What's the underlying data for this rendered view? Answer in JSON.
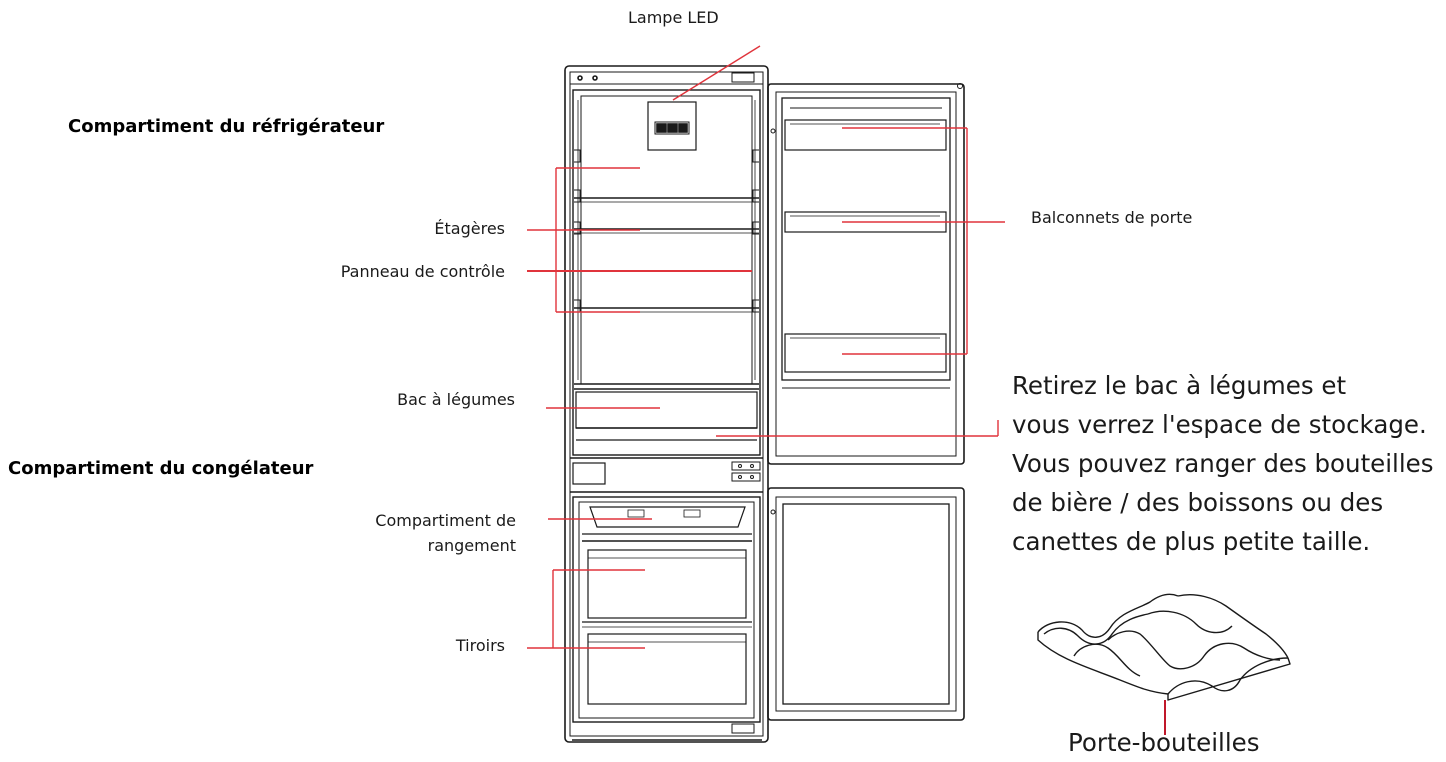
{
  "labels": {
    "lamp": "Lampe  LED",
    "fridge_compartment": "Compartiment du réfrigérateur",
    "shelves": "Étagères",
    "control_panel": "Panneau de contrôle",
    "vegetable_drawer": "Bac à légumes",
    "freezer_compartment": "Compartiment du congélateur",
    "storage_compartment_line1": "Compartiment de",
    "storage_compartment_line2": "rangement",
    "drawers": "Tiroirs",
    "door_balconies": "Balconnets de porte",
    "bottle_holder": "Porte-bouteilles"
  },
  "note": {
    "line1": "Retirez le bac à légumes et",
    "line2": "vous verrez l'espace de stockage.",
    "line3": "Vous pouvez ranger des bouteilles",
    "line4": "de bière / des boissons ou des",
    "line5": "canettes de plus petite taille."
  },
  "colors": {
    "leader_line": "#e0343c",
    "outline": "#1a1a1a"
  }
}
